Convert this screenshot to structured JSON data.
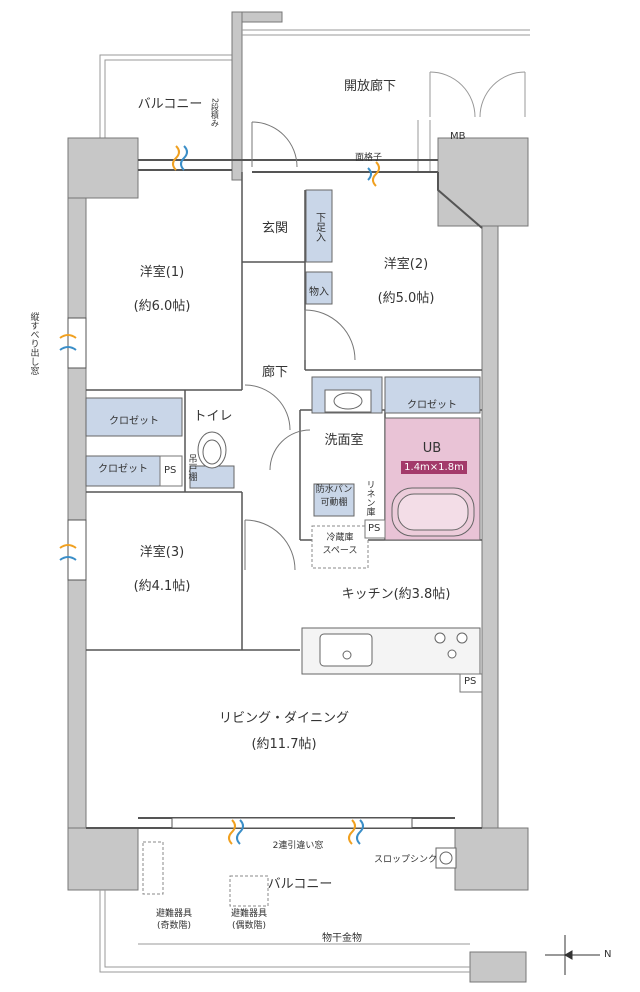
{
  "rooms": {
    "open_corridor": "開放廊下",
    "balcony_top": "バルコニー",
    "two_stack": "2段積み",
    "mb": "MB",
    "lattice": "面格子",
    "entrance": "玄関",
    "shoe_box": "下足入",
    "storage": "物入",
    "western1_name": "洋室(1)",
    "western1_size": "(約6.0帖)",
    "western2_name": "洋室(2)",
    "western2_size": "(約5.0帖)",
    "western3_name": "洋室(3)",
    "western3_size": "(約4.1帖)",
    "hallway": "廊下",
    "toilet": "トイレ",
    "hanging_shelf": "吊戸棚",
    "closet_a": "クロゼット",
    "closet_b": "クロゼット",
    "closet_c": "クロゼット",
    "ps1": "PS",
    "ps2": "PS",
    "ps3": "PS",
    "washroom": "洗面室",
    "ub": "UB",
    "ub_size": "1.4m×1.8m",
    "waterproof_pan": "防水パン",
    "movable_shelf": "可動棚",
    "linen": "リネン庫",
    "fridge_space_1": "冷蔵庫",
    "fridge_space_2": "スペース",
    "kitchen": "キッチン(約3.8帖)",
    "living_name": "リビング・ダイニング",
    "living_size": "(約11.7帖)",
    "sliding_window": "2連引違い窓",
    "slop_sink": "スロップシンク",
    "balcony_bottom": "バルコニー",
    "evac_odd_1": "避難器具",
    "evac_odd_2": "(奇数階)",
    "evac_even_1": "避難器具",
    "evac_even_2": "(偶数階)",
    "drying_hardware": "物干金物",
    "side_window": "縦すべり出し窓",
    "compass_n": "N"
  }
}
